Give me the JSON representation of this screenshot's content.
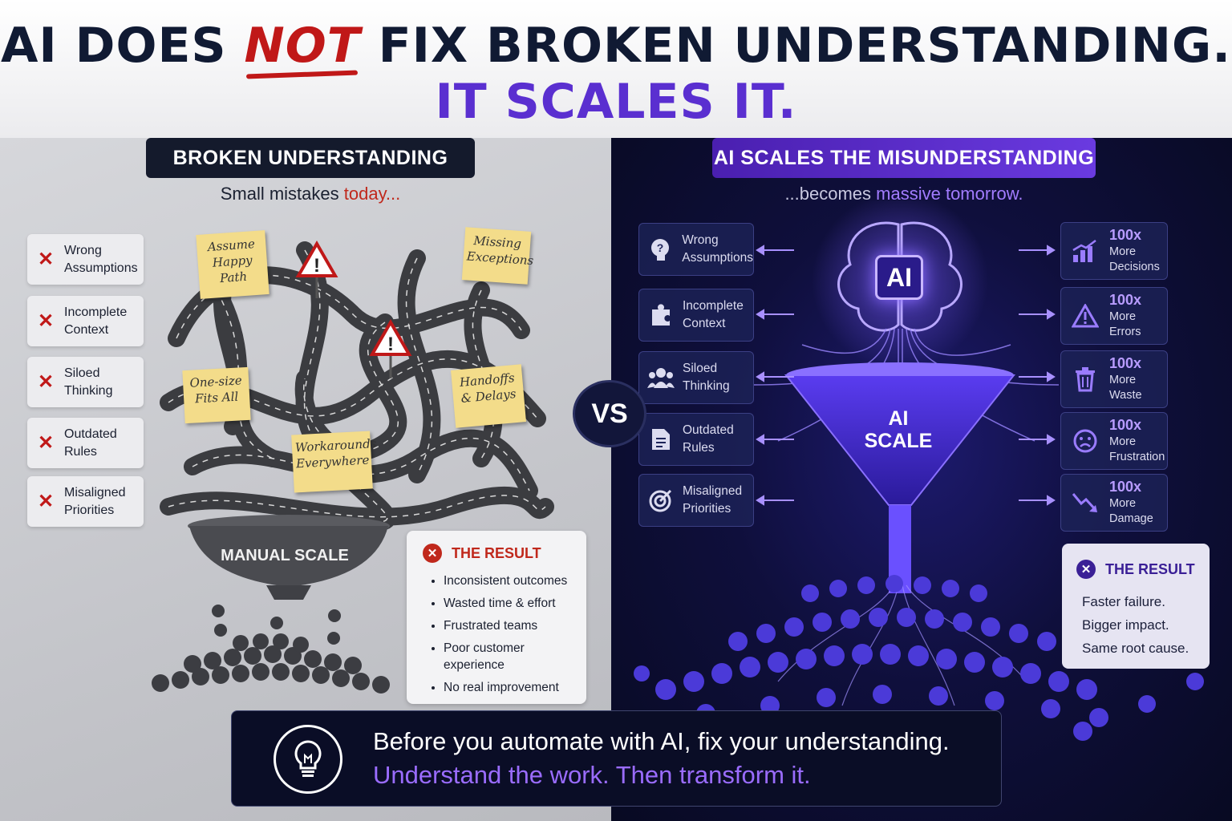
{
  "header": {
    "line1_pre": "AI DOES ",
    "line1_not": "NOT",
    "line1_post": " FIX BROKEN UNDERSTANDING.",
    "line2": "IT SCALES IT."
  },
  "left": {
    "title": "BROKEN UNDERSTANDING",
    "subtitle_pre": "Small mistakes ",
    "subtitle_em": "today...",
    "problems": [
      "Wrong\nAssumptions",
      "Incomplete\nContext",
      "Siloed\nThinking",
      "Outdated\nRules",
      "Misaligned\nPriorities"
    ],
    "notes": [
      "Assume\nHappy\nPath",
      "Missing\nExceptions",
      "One-size\nFits All",
      "Handoffs\n& Delays",
      "Workarounds\nEverywhere"
    ],
    "bowl_label": "MANUAL SCALE",
    "result": {
      "title": "THE RESULT",
      "items": [
        "Inconsistent outcomes",
        "Wasted time & effort",
        "Frustrated teams",
        "Poor customer experience",
        "No real improvement"
      ]
    },
    "colors": {
      "accent": "#c0281c",
      "dark": "#141a2c"
    }
  },
  "vs": "VS",
  "right": {
    "title": "AI SCALES THE MISUNDERSTANDING",
    "subtitle_pre": "...becomes ",
    "subtitle_em": "massive tomorrow.",
    "inputs": [
      {
        "label": "Wrong\nAssumptions",
        "icon": "head-question-icon"
      },
      {
        "label": "Incomplete\nContext",
        "icon": "puzzle-icon"
      },
      {
        "label": "Siloed\nThinking",
        "icon": "people-icon"
      },
      {
        "label": "Outdated\nRules",
        "icon": "document-icon"
      },
      {
        "label": "Misaligned\nPriorities",
        "icon": "target-icon"
      }
    ],
    "chip": "AI",
    "funnel_label": "AI\nSCALE",
    "outputs": [
      {
        "big": "100x",
        "label": "More\nDecisions",
        "icon": "growth-chart-icon"
      },
      {
        "big": "100x",
        "label": "More\nErrors",
        "icon": "warning-icon"
      },
      {
        "big": "100x",
        "label": "More\nWaste",
        "icon": "trash-icon"
      },
      {
        "big": "100x",
        "label": "More\nFrustration",
        "icon": "frown-icon"
      },
      {
        "big": "100x",
        "label": "More\nDamage",
        "icon": "trend-down-icon"
      }
    ],
    "result": {
      "title": "THE RESULT",
      "lines": "Faster failure.\nBigger impact.\nSame root cause."
    },
    "colors": {
      "accent": "#6a3ae0",
      "bg": "#0f0f3c"
    }
  },
  "bottom": {
    "line1": "Before you automate with AI, fix your understanding.",
    "line2": "Understand the work. Then transform it."
  }
}
